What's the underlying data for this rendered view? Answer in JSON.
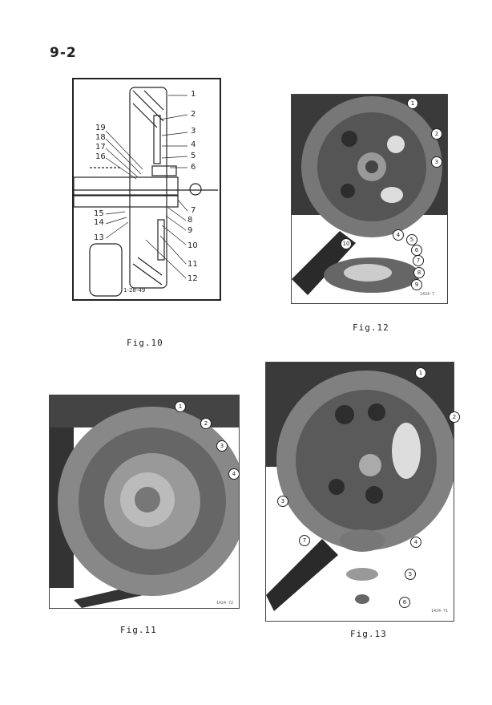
{
  "page_number": "9-2",
  "figures": {
    "fig10": {
      "caption": "Fig.10",
      "drawing_code": "1-28-49",
      "callouts": [
        "1",
        "2",
        "3",
        "4",
        "5",
        "6",
        "7",
        "8",
        "9",
        "10",
        "11",
        "12",
        "13",
        "14",
        "15",
        "16",
        "17",
        "18",
        "19"
      ]
    },
    "fig11": {
      "caption": "Fig.11",
      "photo_code": "1424-72",
      "callouts": [
        "1",
        "2",
        "3",
        "4"
      ]
    },
    "fig12": {
      "caption": "Fig.12",
      "photo_code": "1424-7",
      "callouts": [
        "1",
        "2",
        "3",
        "4",
        "5",
        "6",
        "7",
        "8",
        "9",
        "10"
      ]
    },
    "fig13": {
      "caption": "Fig.13",
      "photo_code": "1424-71",
      "callouts": [
        "1",
        "2",
        "3",
        "4",
        "5",
        "6",
        "7"
      ]
    }
  }
}
